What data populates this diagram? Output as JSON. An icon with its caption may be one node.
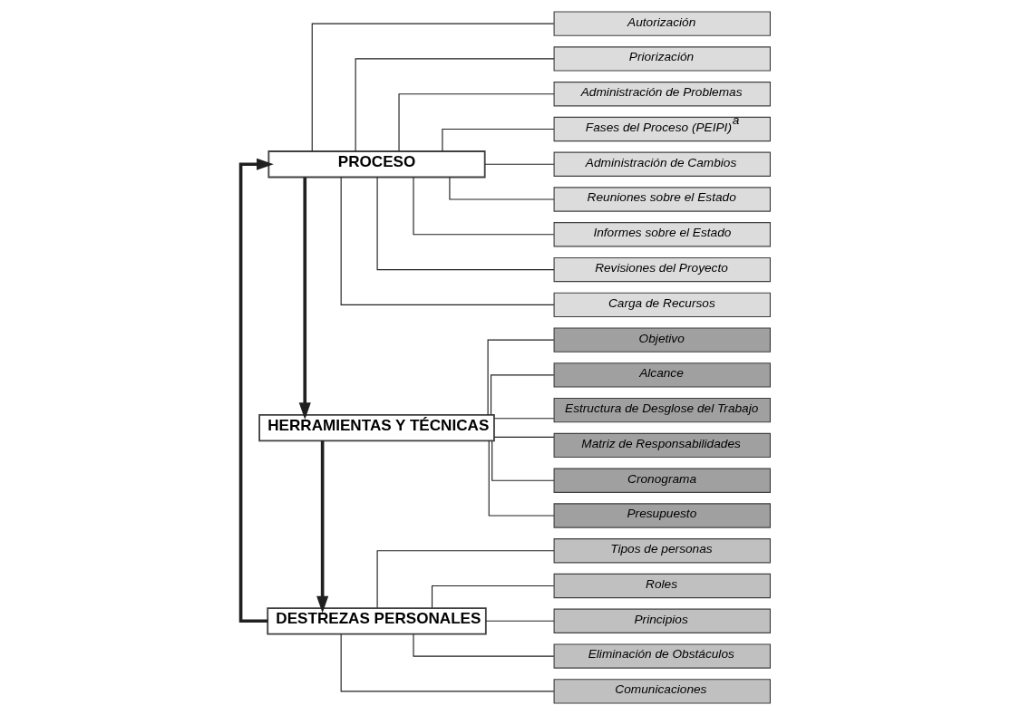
{
  "diagram": {
    "nodes": [
      {
        "text": [
          "PROCESO"
        ]
      },
      {
        "text": [
          "HERRAMIENTAS Y TÉCNICAS"
        ]
      },
      {
        "text": [
          "DESTREZAS PERSONALES"
        ]
      },
      {
        "text": [
          "Autorización"
        ]
      },
      {
        "text": [
          "Priorización"
        ]
      },
      {
        "text": [
          "Administración de Problemas"
        ]
      },
      {
        "text": [
          "Fases del Proceso (PEIPI)$^{a}$"
        ]
      },
      {
        "text": [
          "Administración de Cambios"
        ]
      },
      {
        "text": [
          "Reuniones sobre el Estado"
        ]
      },
      {
        "text": [
          "Informes sobre el Estado"
        ]
      },
      {
        "text": [
          "Revisiones del Proyecto"
        ]
      },
      {
        "text": [
          "Carga de Recursos"
        ]
      },
      {
        "text": [
          "Tipos de personas"
        ]
      },
      {
        "text": [
          "Roles"
        ]
      },
      {
        "text": [
          "Principios"
        ]
      },
      {
        "text": [
          "Eliminación de Obstáculos"
        ]
      },
      {
        "text": [
          "Comunicaciones"
        ]
      },
      {
        "text": [
          "Objetivo"
        ]
      },
      {
        "text": [
          "Alcance"
        ]
      },
      {
        "text": [
          "Estructura de Desglose del Trabajo"
        ]
      },
      {
        "text": [
          "Matriz de Responsabilidades"
        ]
      },
      {
        "text": [
          "Cronograma"
        ]
      },
      {
        "text": [
          "Presupuesto"
        ]
      }
    ],
    "edges": [
      {
        "from": 0,
        "to": 1,
        "arrow": "to",
        "style": "thick"
      },
      {
        "from": 1,
        "to": 2,
        "arrow": "to",
        "style": "thick"
      },
      {
        "from": 2,
        "to": 0,
        "arrow": "to",
        "style": "thick"
      },
      {
        "from": 0,
        "to": 3,
        "arrow": "none"
      },
      {
        "from": 0,
        "to": 4,
        "arrow": "none"
      },
      {
        "from": 0,
        "to": 5,
        "arrow": "none"
      },
      {
        "from": 0,
        "to": 6,
        "arrow": "none"
      },
      {
        "from": 0,
        "to": 7,
        "arrow": "none"
      },
      {
        "from": 0,
        "to": 8,
        "arrow": "none"
      },
      {
        "from": 0,
        "to": 9,
        "arrow": "none"
      },
      {
        "from": 0,
        "to": 10,
        "arrow": "none"
      },
      {
        "from": 0,
        "to": 11,
        "arrow": "none"
      },
      {
        "from": 2,
        "to": 12,
        "arrow": "none"
      },
      {
        "from": 2,
        "to": 13,
        "arrow": "none"
      },
      {
        "from": 2,
        "to": 14,
        "arrow": "none"
      },
      {
        "from": 2,
        "to": 15,
        "arrow": "none"
      },
      {
        "from": 2,
        "to": 16,
        "arrow": "none"
      },
      {
        "from": 1,
        "to": 17,
        "arrow": "none"
      },
      {
        "from": 1,
        "to": 18,
        "arrow": "none"
      },
      {
        "from": 1,
        "to": 19,
        "arrow": "none"
      },
      {
        "from": 1,
        "to": 20,
        "arrow": "none"
      },
      {
        "from": 1,
        "to": 21,
        "arrow": "none"
      },
      {
        "from": 1,
        "to": 22,
        "arrow": "none"
      }
    ]
  }
}
